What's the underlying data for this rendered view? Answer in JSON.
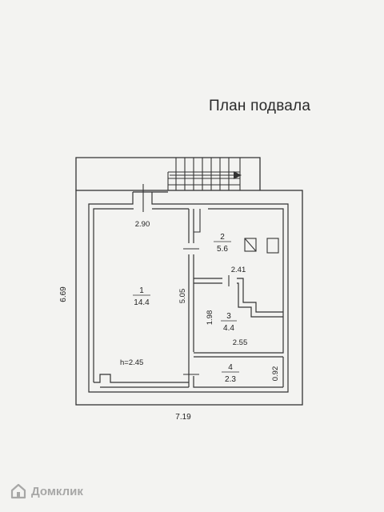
{
  "plan": {
    "title": "План подвала",
    "overall_width": "7.19",
    "overall_height": "6.69",
    "rooms": [
      {
        "number": "1",
        "area": "14.4"
      },
      {
        "number": "2",
        "area": "5.6"
      },
      {
        "number": "3",
        "area": "4.4"
      },
      {
        "number": "4",
        "area": "2.3"
      }
    ],
    "dimensions": {
      "room1_width": "2.90",
      "room1_depth": "5.05",
      "room1_height": "h=2.45",
      "room2_width": "2.41",
      "room3_depth": "1.98",
      "room3_width": "2.55",
      "room4_depth": "0.92"
    }
  },
  "watermark": {
    "icon": "house-logo-icon",
    "text": "Домклик"
  }
}
